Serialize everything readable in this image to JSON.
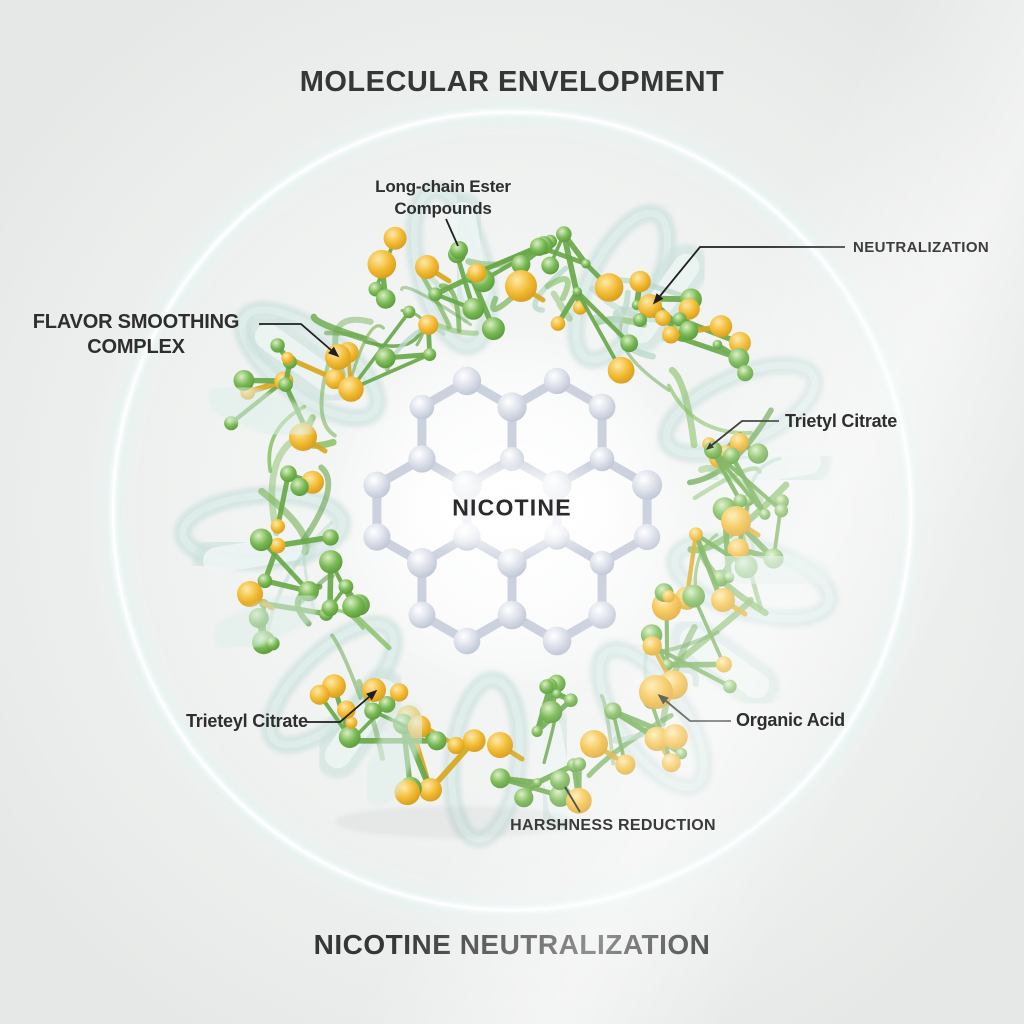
{
  "titles": {
    "top": "MOLECULAR ENVELOPMENT",
    "bottom": "NICOTINE NEUTRALIZATION"
  },
  "center": {
    "label": "NICOTINE"
  },
  "labels": {
    "long_chain": {
      "line1": "Long-chain Ester",
      "line2": "Compounds"
    },
    "neutralization": {
      "text": "NEUTRALIZATION"
    },
    "flavor": {
      "line1": "FLAVOR SMOOTHING",
      "line2": "COMPLEX"
    },
    "trietyl_right": {
      "text": "Trietyl Citrate"
    },
    "trieteyl_left": {
      "text": "Trieteyl Citrate"
    },
    "organic_acid": {
      "text": "Organic Acid"
    },
    "harshness": {
      "text": "HARSHNESS REDUCTION"
    }
  },
  "colors": {
    "background": "#edeeed",
    "title_text": "#363636",
    "label_text": "#2e2e2e",
    "line": "#1f1f1f",
    "green": "#6fb24c",
    "green_dark": "#4e8c31",
    "yellow": "#f0b62a",
    "yellow_dark": "#cc8f12",
    "silver": "#ccd2de",
    "envelope_teal": "#d7e9e6",
    "ring_glow": "#e4f7f4"
  }
}
